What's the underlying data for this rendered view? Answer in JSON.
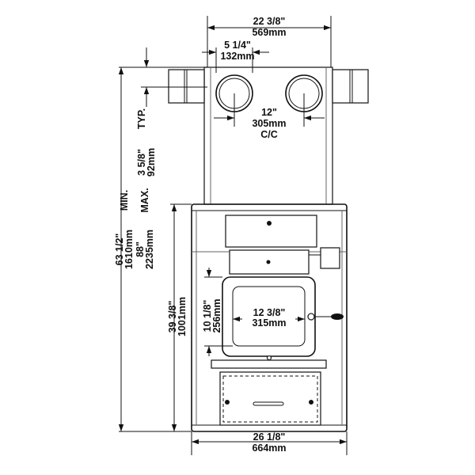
{
  "dimensions": {
    "overall_width": {
      "imperial": "22 3/8\"",
      "metric": "569mm"
    },
    "flue_diameter": {
      "imperial": "5 1/4\"",
      "metric": "132mm"
    },
    "flue_spacing": {
      "imperial": "12\"",
      "metric": "305mm",
      "note": "C/C"
    },
    "flue_offset": {
      "imperial": "3 5/8\"",
      "metric": "92mm",
      "note": "TYP."
    },
    "height_min": {
      "imperial": "63 1/2\"",
      "metric": "1610mm",
      "note": "MIN."
    },
    "height_max": {
      "imperial": "88\"",
      "metric": "2235mm",
      "note": "MAX."
    },
    "body_height": {
      "imperial": "39 3/8\"",
      "metric": "1001mm"
    },
    "door_height": {
      "imperial": "10 1/8\"",
      "metric": "256mm"
    },
    "door_width": {
      "imperial": "12 3/8\"",
      "metric": "315mm"
    },
    "body_width": {
      "imperial": "26 1/8\"",
      "metric": "664mm"
    }
  }
}
